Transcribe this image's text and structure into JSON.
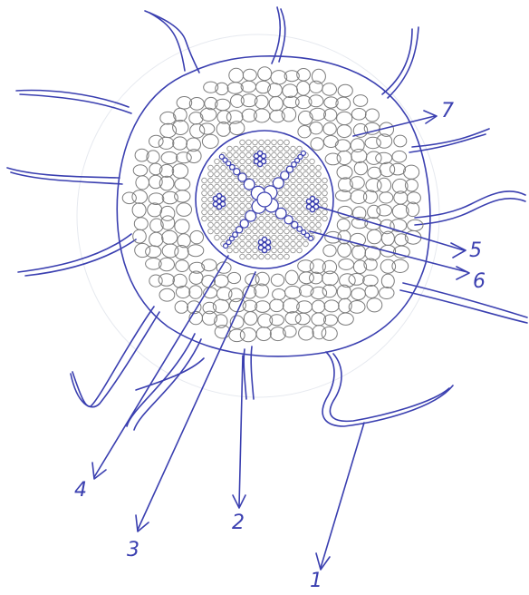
{
  "labels": {
    "l1": "1",
    "l2": "2",
    "l3": "3",
    "l4": "4",
    "l5": "5",
    "l6": "6",
    "l7": "7"
  },
  "colors": {
    "ink": "#3a3fb0",
    "cell_outline": "#7b7b7b"
  }
}
